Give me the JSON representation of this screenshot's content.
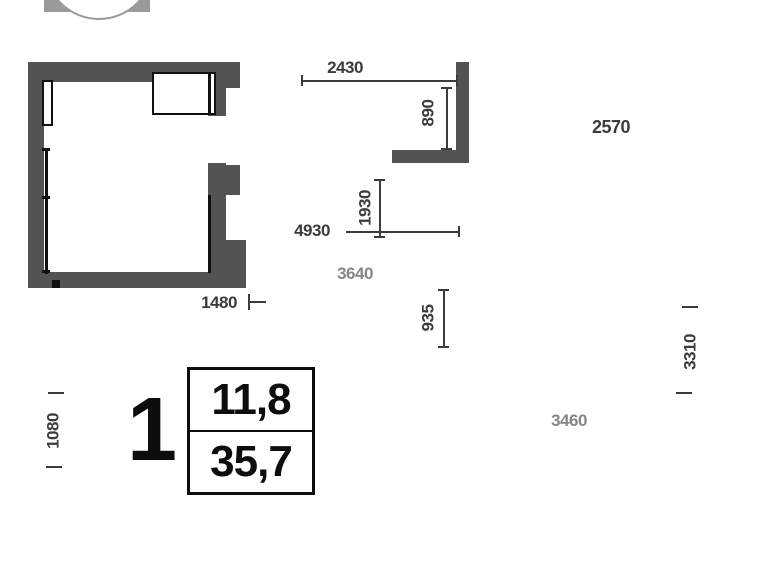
{
  "floorplan": {
    "room_count": "1",
    "area_box": {
      "living_area": "11,8",
      "total_area": "35,7"
    },
    "dims": {
      "top_width": "2430",
      "top_vertical": "890",
      "right_width": "2570",
      "mid_vertical": "1930",
      "mid_width": "4930",
      "inner_room_width": "3640",
      "lower_vertical": "935",
      "bottom_left_width": "1480",
      "left_vertical": "1080",
      "right_vertical": "3310",
      "inner_bottom_width": "3460"
    },
    "colors": {
      "wall": "#535353",
      "dimension_text": "#3b3b3b",
      "dimension_text_light": "#868686",
      "detail_black": "#111111",
      "background": "#ffffff"
    }
  }
}
